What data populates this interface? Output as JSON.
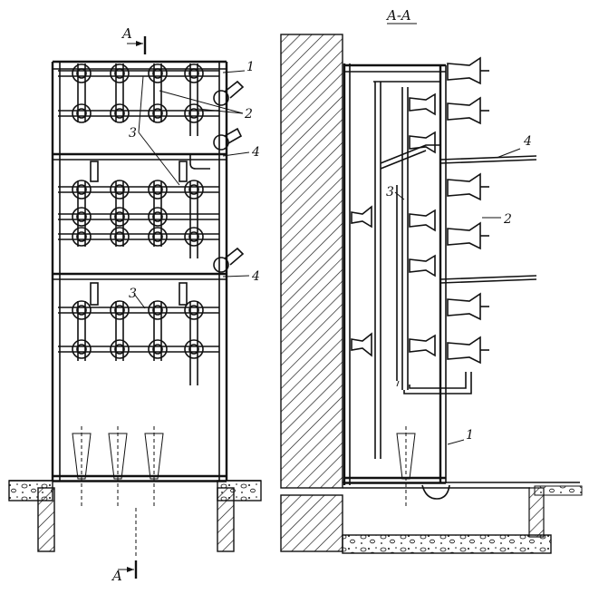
{
  "labels": {
    "section_mark_top": "A",
    "section_mark_bottom": "A",
    "section_title": "A-A",
    "left_callouts": [
      "1",
      "2",
      "3",
      "4",
      "4",
      "3"
    ],
    "right_callouts": [
      "4",
      "3",
      "2",
      "1"
    ]
  },
  "colors": {
    "ink": "#111111",
    "paper": "#ffffff"
  }
}
